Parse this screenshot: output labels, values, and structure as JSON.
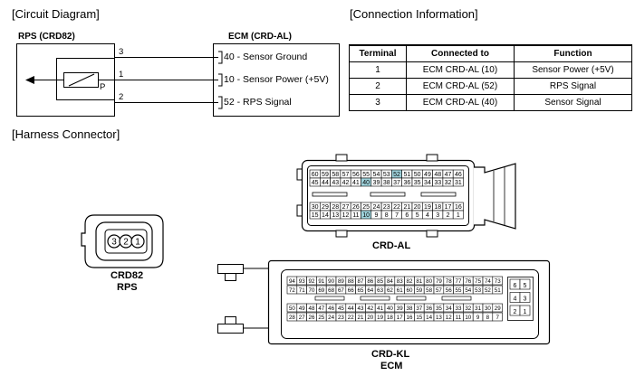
{
  "sections": {
    "circuit": "[Circuit Diagram]",
    "connection": "[Connection Information]",
    "harness": "[Harness Connector]"
  },
  "circuit": {
    "sensor_label": "RPS (CRD82)",
    "ecm_label": "ECM (CRD-AL)",
    "sensor_pins": [
      "3",
      "1",
      "2"
    ],
    "sensor_p": "P",
    "ecm_pins": [
      "40",
      "10",
      "52"
    ],
    "signals": [
      "40 - Sensor Ground",
      "10 - Sensor Power (+5V)",
      "52 - RPS Signal"
    ]
  },
  "table": {
    "headers": [
      "Terminal",
      "Connected to",
      "Function"
    ],
    "rows": [
      [
        "1",
        "ECM CRD-AL (10)",
        "Sensor Power (+5V)"
      ],
      [
        "2",
        "ECM CRD-AL (52)",
        "RPS Signal"
      ],
      [
        "3",
        "ECM CRD-AL (40)",
        "Sensor Signal"
      ]
    ]
  },
  "connectors": {
    "rps": {
      "pins": [
        "3",
        "2",
        "1"
      ],
      "label1": "CRD82",
      "label2": "RPS"
    },
    "crd_al": {
      "label": "CRD-AL",
      "top1": [
        "60",
        "59",
        "58",
        "57",
        "56",
        "55",
        "54",
        "53",
        "52",
        "51",
        "50",
        "49",
        "48",
        "47",
        "46"
      ],
      "top2": [
        "45",
        "44",
        "43",
        "42",
        "41",
        "40",
        "39",
        "38",
        "37",
        "36",
        "35",
        "34",
        "33",
        "32",
        "31"
      ],
      "bot1": [
        "30",
        "29",
        "28",
        "27",
        "26",
        "25",
        "24",
        "23",
        "22",
        "21",
        "20",
        "19",
        "18",
        "17",
        "16"
      ],
      "bot2": [
        "15",
        "14",
        "13",
        "12",
        "11",
        "10",
        "9",
        "8",
        "7",
        "6",
        "5",
        "4",
        "3",
        "2",
        "1"
      ],
      "highlighted": [
        "52",
        "40",
        "10"
      ],
      "highlight_color": "#9fd3dc"
    },
    "crd_kl": {
      "label1": "CRD-KL",
      "label2": "ECM",
      "top1": [
        "94",
        "93",
        "92",
        "91",
        "90",
        "89",
        "88",
        "87",
        "86",
        "85",
        "84",
        "83",
        "82",
        "81",
        "80",
        "79",
        "78",
        "77",
        "76",
        "75",
        "74",
        "73"
      ],
      "top2": [
        "72",
        "71",
        "70",
        "69",
        "68",
        "67",
        "66",
        "65",
        "64",
        "63",
        "62",
        "61",
        "60",
        "59",
        "58",
        "57",
        "56",
        "55",
        "54",
        "53",
        "52",
        "51"
      ],
      "bot1": [
        "50",
        "49",
        "48",
        "47",
        "46",
        "45",
        "44",
        "43",
        "42",
        "41",
        "40",
        "39",
        "38",
        "37",
        "36",
        "35",
        "34",
        "33",
        "32",
        "31",
        "30",
        "29"
      ],
      "bot2": [
        "28",
        "27",
        "26",
        "25",
        "24",
        "23",
        "22",
        "21",
        "20",
        "19",
        "18",
        "17",
        "16",
        "15",
        "14",
        "13",
        "12",
        "11",
        "10",
        "9",
        "8",
        "7"
      ],
      "side": [
        [
          "6",
          "5"
        ],
        [
          "4",
          "3"
        ],
        [
          "2",
          "1"
        ]
      ]
    }
  }
}
